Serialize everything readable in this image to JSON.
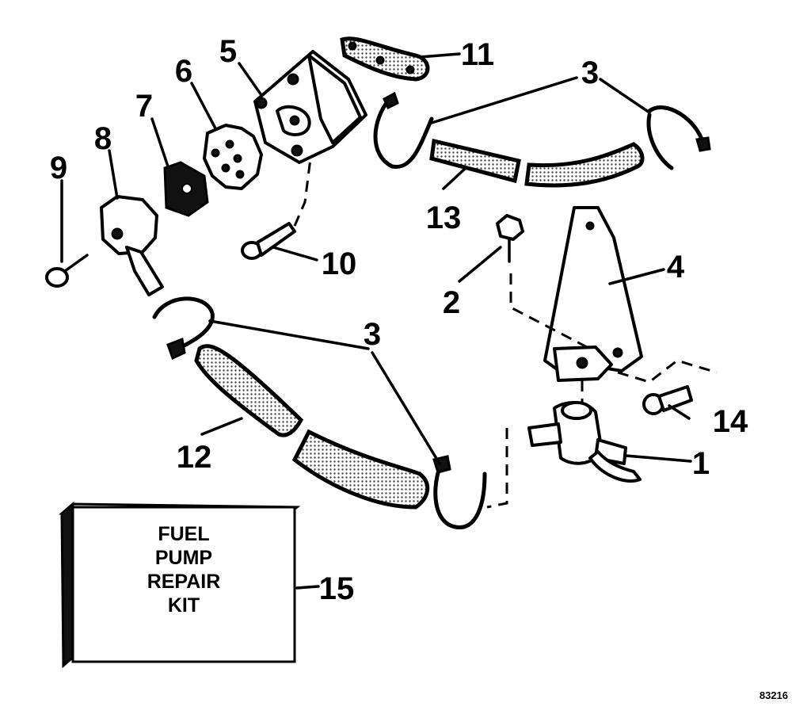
{
  "callouts": [
    {
      "id": "1",
      "text": "1"
    },
    {
      "id": "2",
      "text": "2"
    },
    {
      "id": "3a",
      "text": "3"
    },
    {
      "id": "3b",
      "text": "3"
    },
    {
      "id": "4",
      "text": "4"
    },
    {
      "id": "5",
      "text": "5"
    },
    {
      "id": "6",
      "text": "6"
    },
    {
      "id": "7",
      "text": "7"
    },
    {
      "id": "8",
      "text": "8"
    },
    {
      "id": "9",
      "text": "9"
    },
    {
      "id": "10",
      "text": "10"
    },
    {
      "id": "11",
      "text": "11"
    },
    {
      "id": "12",
      "text": "12"
    },
    {
      "id": "13",
      "text": "13"
    },
    {
      "id": "14",
      "text": "14"
    },
    {
      "id": "15",
      "text": "15"
    }
  ],
  "kit_label": [
    "FUEL",
    "PUMP",
    "REPAIR",
    "KIT"
  ],
  "figure_id": "83216"
}
